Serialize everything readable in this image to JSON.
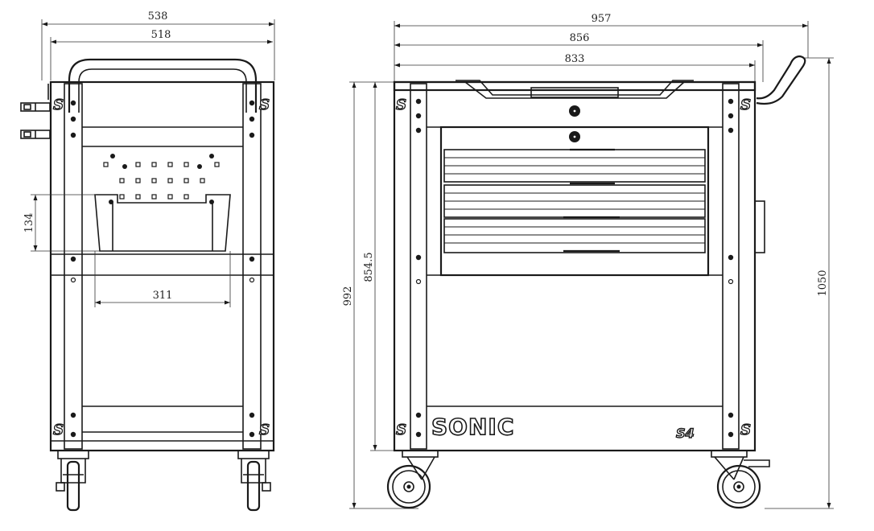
{
  "dimensions": {
    "side_outer_width": "538",
    "side_inner_width": "518",
    "tray_height": "134",
    "tray_width": "311",
    "front_total_width": "957",
    "front_width_856": "856",
    "front_width_833": "833",
    "height_992": "992",
    "height_854": "854.5",
    "height_1050": "1050"
  },
  "branding": {
    "logo_text": "SONIC",
    "model_text": "S4",
    "side_logo": "S"
  }
}
